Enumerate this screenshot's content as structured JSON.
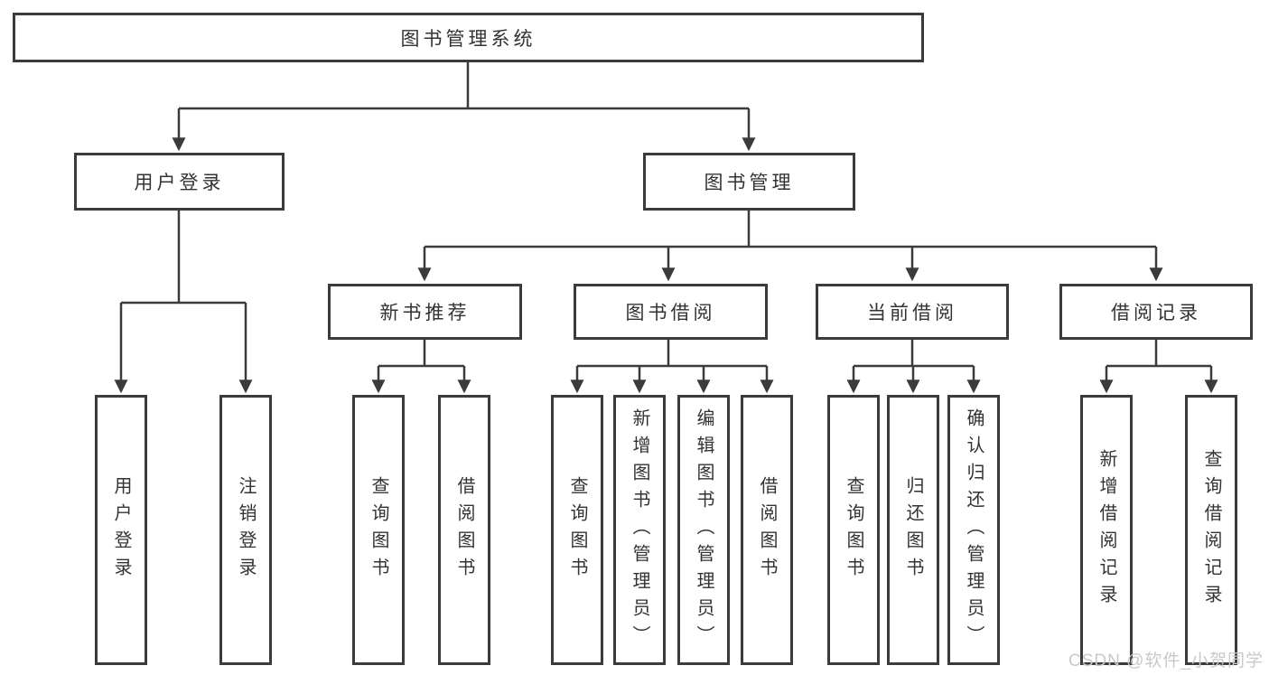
{
  "tree": {
    "label": "图书管理系统",
    "children": [
      {
        "label": "用户登录",
        "children": [
          {
            "label": "用户登录"
          },
          {
            "label": "注销登录"
          }
        ]
      },
      {
        "label": "图书管理",
        "children": [
          {
            "label": "新书推荐",
            "children": [
              {
                "label": "查询图书"
              },
              {
                "label": "借阅图书"
              }
            ]
          },
          {
            "label": "图书借阅",
            "children": [
              {
                "label": "查询图书"
              },
              {
                "label": "新增图书（管理员）"
              },
              {
                "label": "编辑图书（管理员）"
              },
              {
                "label": "借阅图书"
              }
            ]
          },
          {
            "label": "当前借阅",
            "children": [
              {
                "label": "查询图书"
              },
              {
                "label": "归还图书"
              },
              {
                "label": "确认归还（管理员）"
              }
            ]
          },
          {
            "label": "借阅记录",
            "children": [
              {
                "label": "新增借阅记录"
              },
              {
                "label": "查询借阅记录"
              }
            ]
          }
        ]
      }
    ]
  },
  "watermark": "CSDN @软件_小贺同学",
  "colors": {
    "line": "#3b3b3b",
    "text": "#333333",
    "watermark": "#c9c9c9",
    "background": "#ffffff"
  }
}
